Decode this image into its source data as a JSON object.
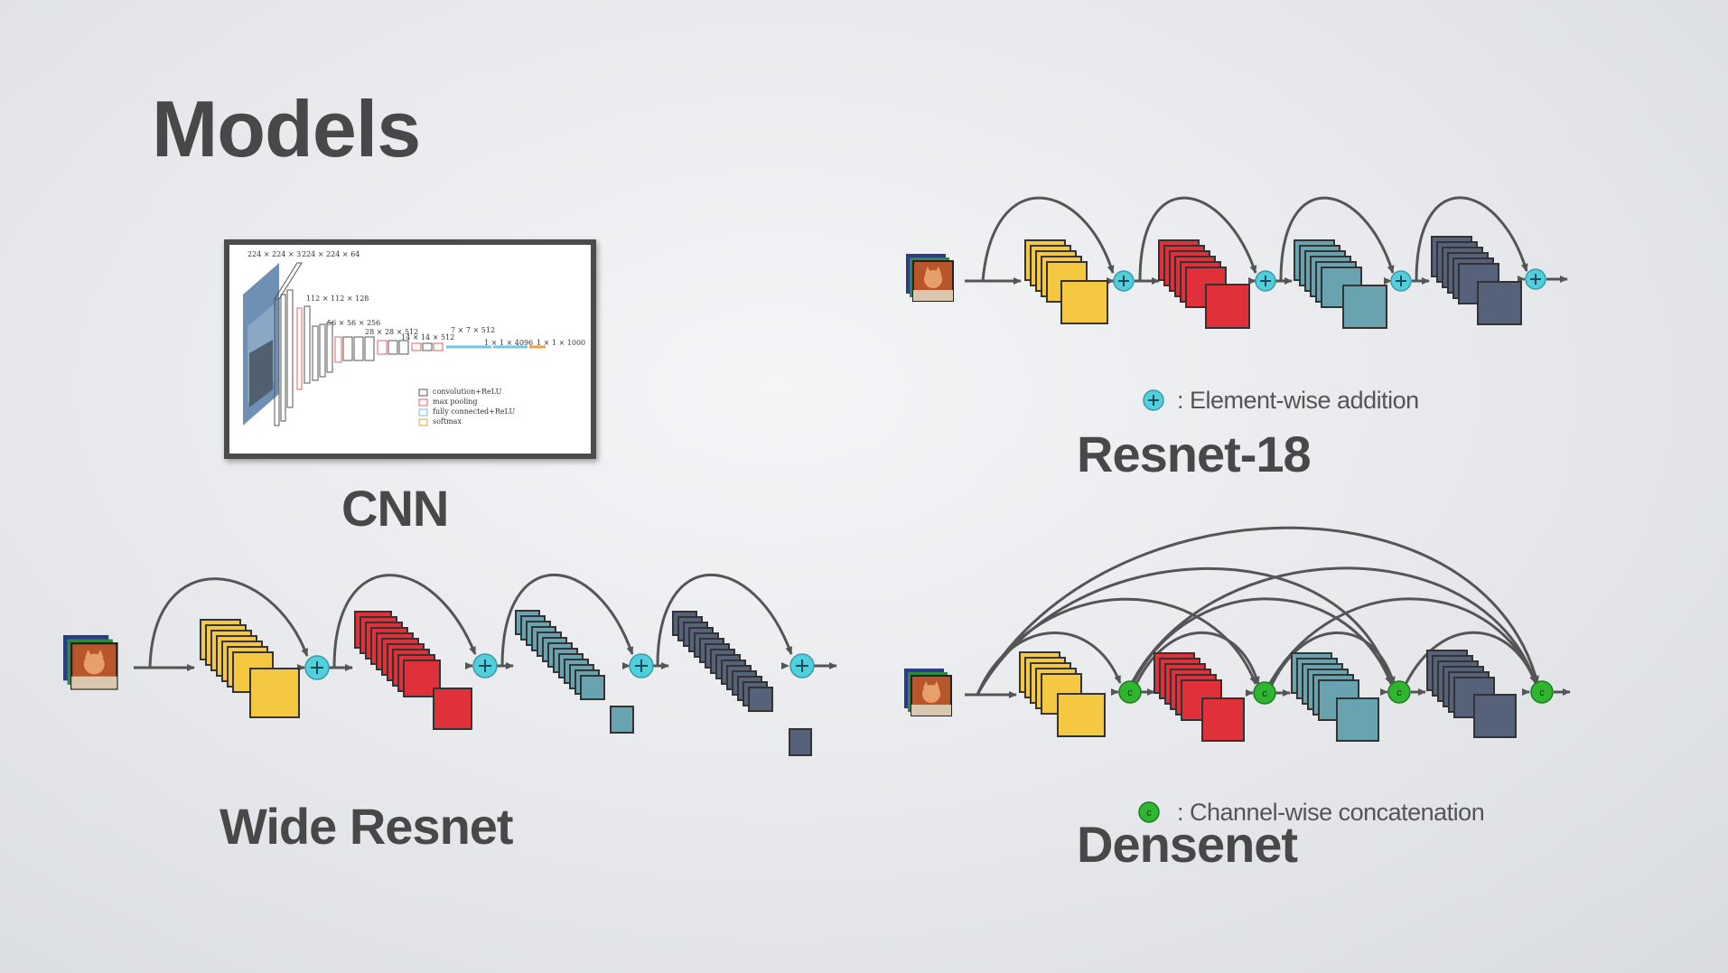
{
  "slide": {
    "title": "Models"
  },
  "models": {
    "cnn": {
      "label": "CNN"
    },
    "resnet18": {
      "label": "Resnet-18",
      "legend": ": Element-wise addition"
    },
    "wide_resnet": {
      "label": "Wide Resnet"
    },
    "densenet": {
      "label": "Densenet",
      "legend": ": Channel-wise concatenation"
    }
  },
  "cnn_figure": {
    "dims": [
      "224 × 224 × 3",
      "224 × 224 × 64",
      "112 × 112 × 128",
      "56 × 56 × 256",
      "28 × 28 × 512",
      "14 × 14 × 512",
      "7 × 7 × 512",
      "1 × 1 × 4096",
      "1 × 1 × 1000"
    ],
    "legend": [
      "convolution+ReLU",
      "max pooling",
      "fully connected+ReLU",
      "softmax"
    ]
  },
  "colors": {
    "block_yellow": "#f5c842",
    "block_red": "#e0303a",
    "block_teal": "#6aa3b0",
    "block_slate": "#56627a",
    "add_node": "#4fd0dc",
    "concat_node": "#2fb52f",
    "arc": "#555555"
  },
  "icons": {
    "add": "plus-circle-icon",
    "concat": "c-circle-icon",
    "input": "cat-image-stack-icon"
  }
}
